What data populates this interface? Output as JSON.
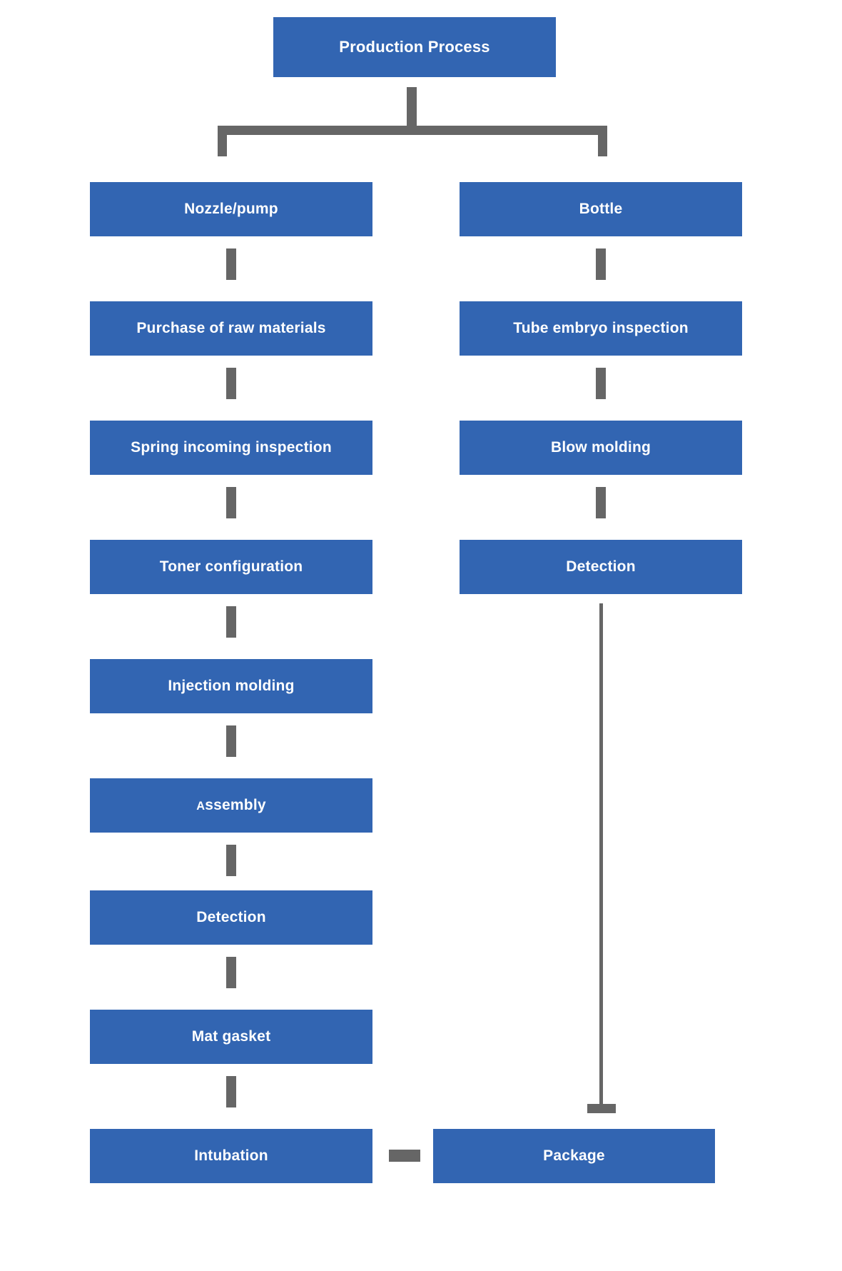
{
  "diagram": {
    "title": "Production Process",
    "type": "flowchart",
    "colors": {
      "node_fill": "#3265b2",
      "node_text": "#ffffff",
      "connector": "#666666",
      "background": "#ffffff"
    },
    "root": {
      "label": "Production Process"
    },
    "branches": [
      {
        "name": "nozzle-pump-branch",
        "head": "Nozzle/pump",
        "steps": [
          "Purchase of raw materials",
          "Spring incoming inspection",
          "Toner configuration",
          "Injection molding",
          "Assembly",
          "Detection",
          "Mat gasket",
          "Intubation"
        ]
      },
      {
        "name": "bottle-branch",
        "head": "Bottle",
        "steps": [
          "Tube embryo inspection",
          "Blow molding",
          "Detection"
        ]
      }
    ],
    "terminal": {
      "label": "Package"
    },
    "labels": {
      "root": "Production Process",
      "nozzle_pump": "Nozzle/pump",
      "purchase_raw": "Purchase of raw materials",
      "spring_inspection": "Spring incoming inspection",
      "toner_config": "Toner configuration",
      "injection_molding": "Injection molding",
      "assembly_first": "A",
      "assembly_rest": "ssembly",
      "detection_left": "Detection",
      "mat_gasket": "Mat gasket",
      "intubation": "Intubation",
      "bottle": "Bottle",
      "tube_embryo": "Tube embryo inspection",
      "blow_molding": "Blow molding",
      "detection_right": "Detection",
      "package": "Package"
    }
  }
}
